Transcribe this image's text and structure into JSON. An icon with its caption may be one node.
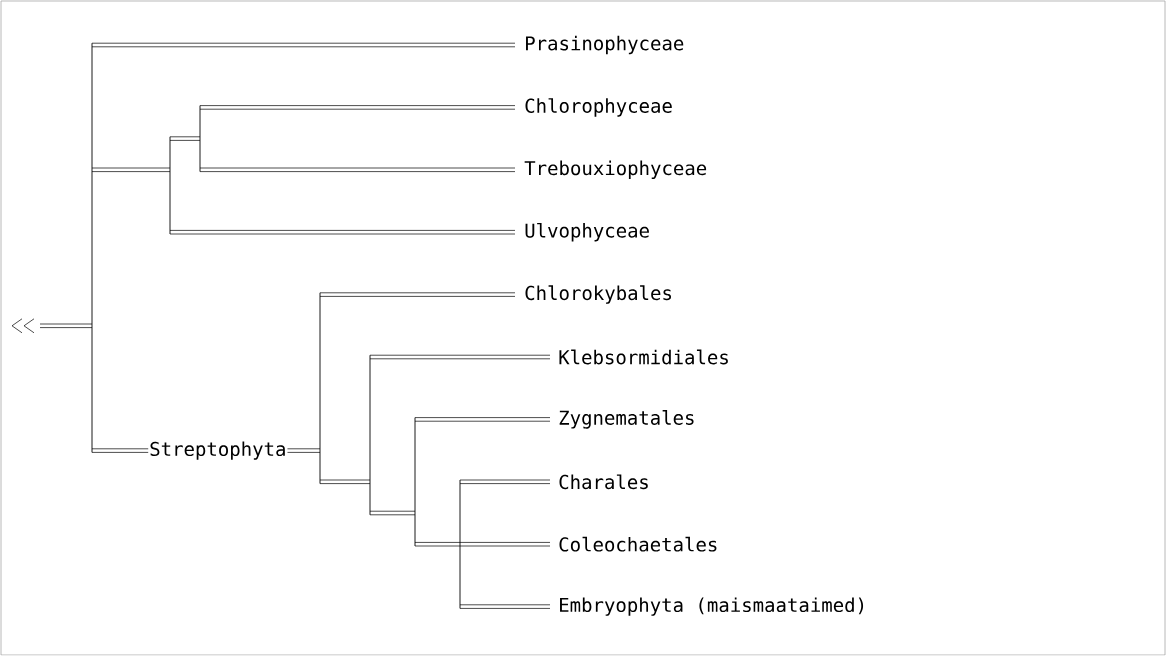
{
  "diagram": {
    "labels": [
      "Prasinophyceae",
      "Chlorophyceae",
      "Trebouxiophyceae",
      "Ulvophyceae",
      "Chlorokybales",
      "Klebsormidiales",
      "Zygnematales",
      "Streptophyta",
      "Charales",
      "Coleochaetales",
      "Embryophyta (maismaataimed)"
    ]
  }
}
